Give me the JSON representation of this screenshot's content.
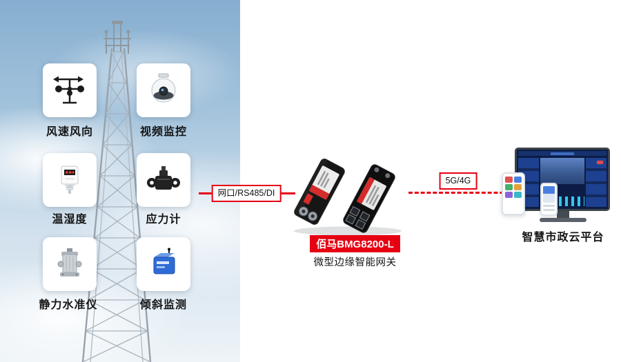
{
  "colors": {
    "accent_red": "#e60012",
    "sky_blue": "#86aed0",
    "screen_navy": "#0c1c44"
  },
  "sensors": [
    {
      "label": "风速风向"
    },
    {
      "label": "视频监控"
    },
    {
      "label": "温湿度"
    },
    {
      "label": "应力计"
    },
    {
      "label": "静力水准仪"
    },
    {
      "label": "倾斜监测"
    }
  ],
  "connections": {
    "wired_label": "网口/RS485/DI",
    "wireless_label": "5G/4G"
  },
  "gateway": {
    "model": "佰马BMG8200-L",
    "description": "微型边缘智能网关"
  },
  "platform": {
    "label": "智慧市政云平台"
  },
  "icons": {
    "scene": "telecom-tower-icon",
    "sensors": [
      "anemometer-icon",
      "dome-camera-icon",
      "temp-humidity-sensor-icon",
      "stress-gauge-icon",
      "static-level-gauge-icon",
      "tilt-sensor-icon"
    ],
    "gateway": "gateway-device-icon",
    "platform": [
      "monitor-dashboard-icon",
      "tablet-icon",
      "smartphone-icon"
    ]
  }
}
